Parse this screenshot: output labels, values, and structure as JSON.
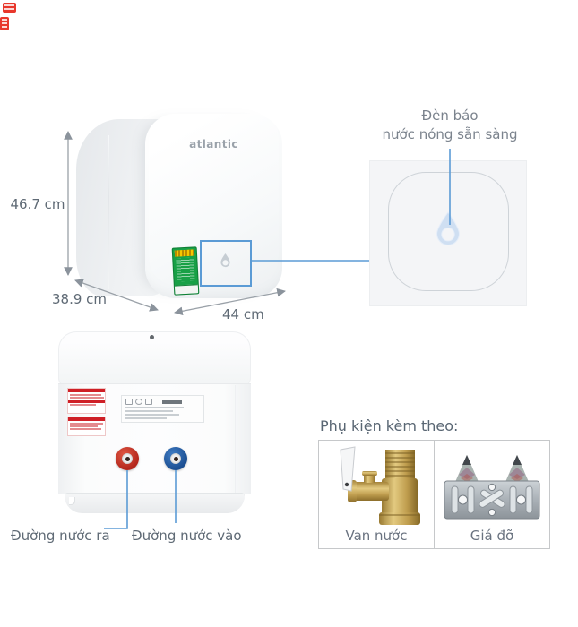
{
  "brand": {
    "logo": "atlantic"
  },
  "front_view": {
    "dimensions": {
      "height": "46.7 cm",
      "depth": "38.9 cm",
      "width": "44 cm"
    }
  },
  "indicator": {
    "label_line1": "Đèn báo",
    "label_line2": "nước nóng sẵn sàng"
  },
  "back_view": {
    "outlet_label": "Đường nước ra",
    "inlet_label": "Đường nước vào"
  },
  "accessories": {
    "title": "Phụ kiện kèm theo:",
    "items": [
      {
        "name": "Van nước"
      },
      {
        "name": "Giá đỡ"
      }
    ]
  },
  "colors": {
    "callout_blue": "#5b9bd5",
    "hot_red": "#c23127",
    "cold_blue": "#2563ab",
    "annotation_gray": "#5f6a75",
    "brass": "#c8a855"
  }
}
